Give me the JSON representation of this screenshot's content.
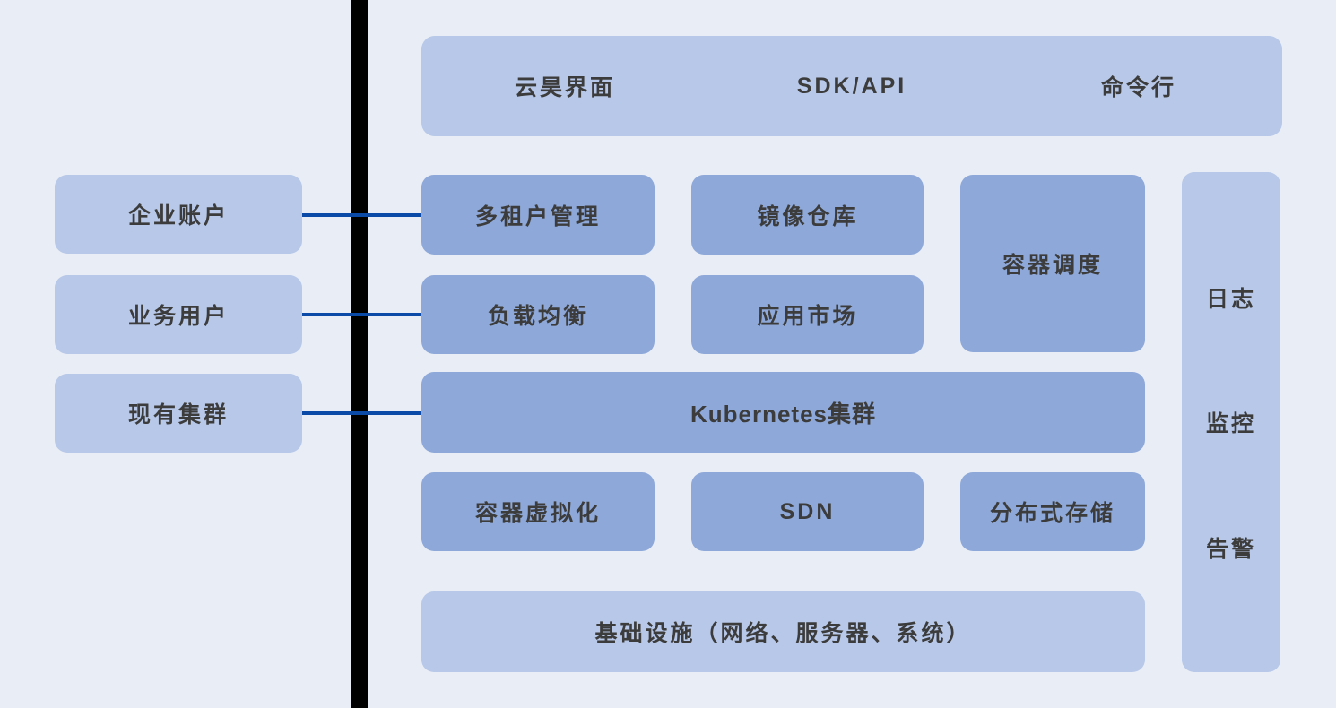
{
  "colors": {
    "background": "#e8edf6",
    "light_box": "#b7c8e8",
    "medium_box": "#8ea9d9",
    "divider": "#000000",
    "connector": "#0b4aa6",
    "text": "#3c3c3c"
  },
  "left_panel": {
    "items": [
      {
        "label": "企业账户"
      },
      {
        "label": "业务用户"
      },
      {
        "label": "现有集群"
      }
    ]
  },
  "top_bar": {
    "items": [
      {
        "label": "云昊界面"
      },
      {
        "label": "SDK/API"
      },
      {
        "label": "命令行"
      }
    ]
  },
  "platform": {
    "row2": [
      "多租户管理",
      "镜像仓库"
    ],
    "scheduler": "容器调度",
    "row3": [
      "负载均衡",
      "应用市场"
    ],
    "kubernetes": "Kubernetes集群",
    "row5": [
      "容器虚拟化",
      "SDN",
      "分布式存储"
    ],
    "infrastructure": "基础设施（网络、服务器、系统）"
  },
  "sidebar": {
    "items": [
      "日志",
      "监控",
      "告警"
    ]
  }
}
